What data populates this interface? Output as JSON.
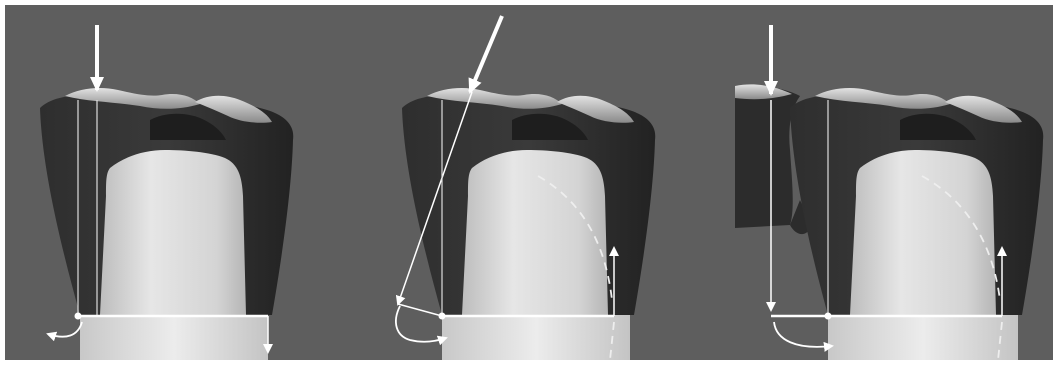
{
  "figure": {
    "panels": [
      {
        "id": "panel-1",
        "load": "vertical-load"
      },
      {
        "id": "panel-2",
        "load": "oblique-load"
      },
      {
        "id": "panel-3",
        "load": "vertical-load-on-cantilever-extension"
      }
    ],
    "colors": {
      "background": "#5e5e5e",
      "crown_shell": "#2b2b2b",
      "crown_inner": "#1a1a1a",
      "cusp_highlight": "#c9c9c9",
      "abutment": "#d9d9d9",
      "arrow": "#ffffff"
    }
  }
}
